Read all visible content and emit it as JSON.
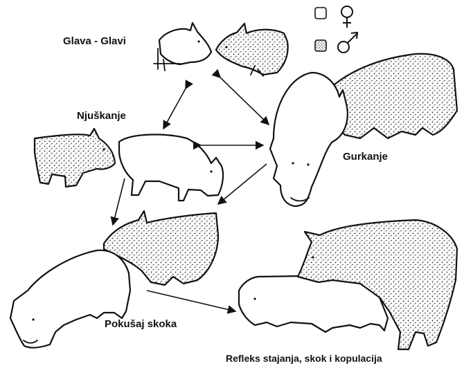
{
  "labels": {
    "head_to_head": "Glava - Glavi",
    "sniffing": "Njuškanje",
    "nudging": "Gurkanje",
    "mount_attempt": "Pokušaj skoka",
    "standing_reflex": "Refleks stajanja, skok i kopulacija"
  },
  "legend": {
    "female_symbol": "♀",
    "male_symbol": "♂",
    "female_swatch": "white",
    "male_swatch": "speckled"
  },
  "colors": {
    "ink": "#111111",
    "background": "#ffffff"
  },
  "icons": [
    "pig-female-icon",
    "pig-male-icon",
    "arrow-icon",
    "female-symbol-icon",
    "male-symbol-icon"
  ]
}
